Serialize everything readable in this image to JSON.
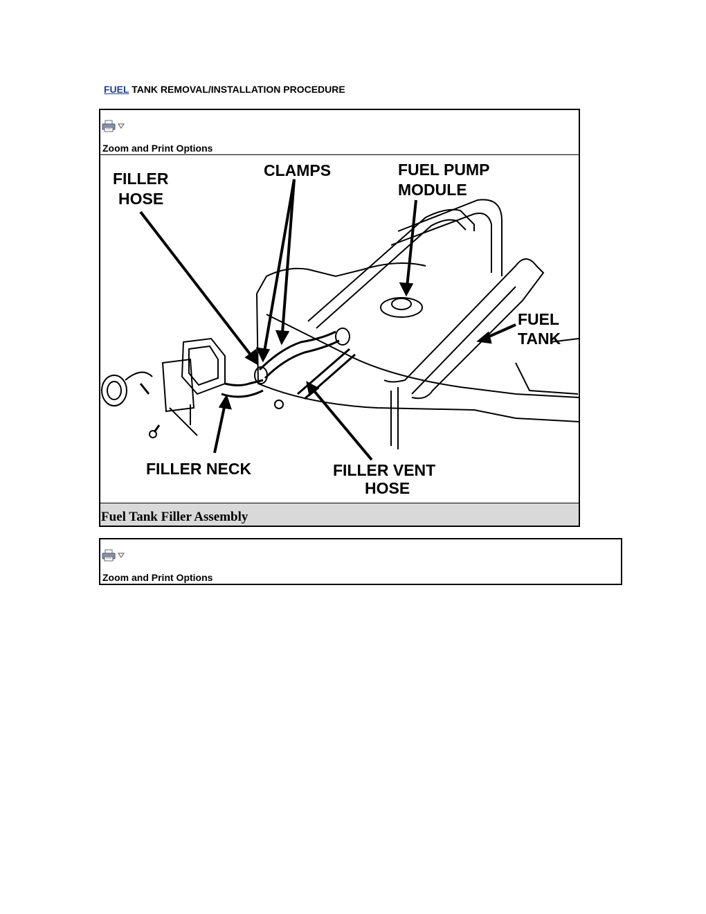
{
  "header": {
    "title_link": "FUEL",
    "title_rest": " TANK REMOVAL/INSTALLATION PROCEDURE"
  },
  "panel1": {
    "toolbar_label": "Zoom and Print Options",
    "icons": [
      "print-icon",
      "chevron-down-icon"
    ],
    "figure_labels": {
      "filler_hose": [
        "FILLER",
        "HOSE"
      ],
      "clamps": "CLAMPS",
      "fuel_pump_module": [
        "FUEL PUMP",
        "MODULE"
      ],
      "fuel_tank": [
        "FUEL",
        "TANK"
      ],
      "filler_neck": "FILLER NECK",
      "filler_vent_hose": [
        "FILLER VENT",
        "HOSE"
      ]
    },
    "caption": "Fuel Tank Filler Assembly"
  },
  "panel2": {
    "toolbar_label": "Zoom and Print Options",
    "icons": [
      "print-icon",
      "chevron-down-icon"
    ]
  }
}
